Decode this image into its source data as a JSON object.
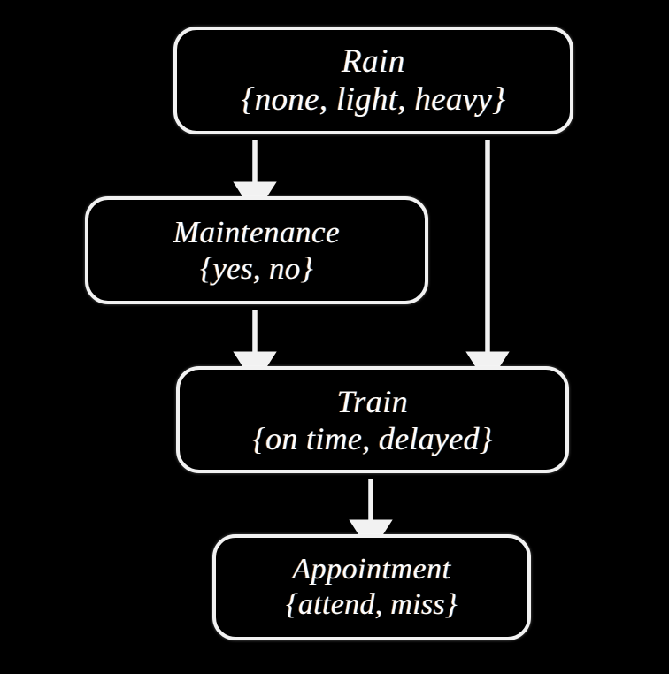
{
  "diagram": {
    "type": "bayesian-network",
    "background_color": "#000000",
    "stroke_color": "#f2f2f2",
    "text_color": "#fdfdfd",
    "nodes": [
      {
        "id": "rain",
        "name": "Rain",
        "states": "{none, light, heavy}",
        "state_list": [
          "none",
          "light",
          "heavy"
        ]
      },
      {
        "id": "maintenance",
        "name": "Maintenance",
        "states": "{yes, no}",
        "state_list": [
          "yes",
          "no"
        ]
      },
      {
        "id": "train",
        "name": "Train",
        "states": "{on time, delayed}",
        "state_list": [
          "on time",
          "delayed"
        ]
      },
      {
        "id": "appointment",
        "name": "Appointment",
        "states": "{attend, miss}",
        "state_list": [
          "attend",
          "miss"
        ]
      }
    ],
    "edges": [
      {
        "id": "rain-to-maintenance",
        "from": "rain",
        "to": "maintenance"
      },
      {
        "id": "rain-to-train",
        "from": "rain",
        "to": "train"
      },
      {
        "id": "maintenance-to-train",
        "from": "maintenance",
        "to": "train"
      },
      {
        "id": "train-to-appointment",
        "from": "train",
        "to": "appointment"
      }
    ]
  }
}
